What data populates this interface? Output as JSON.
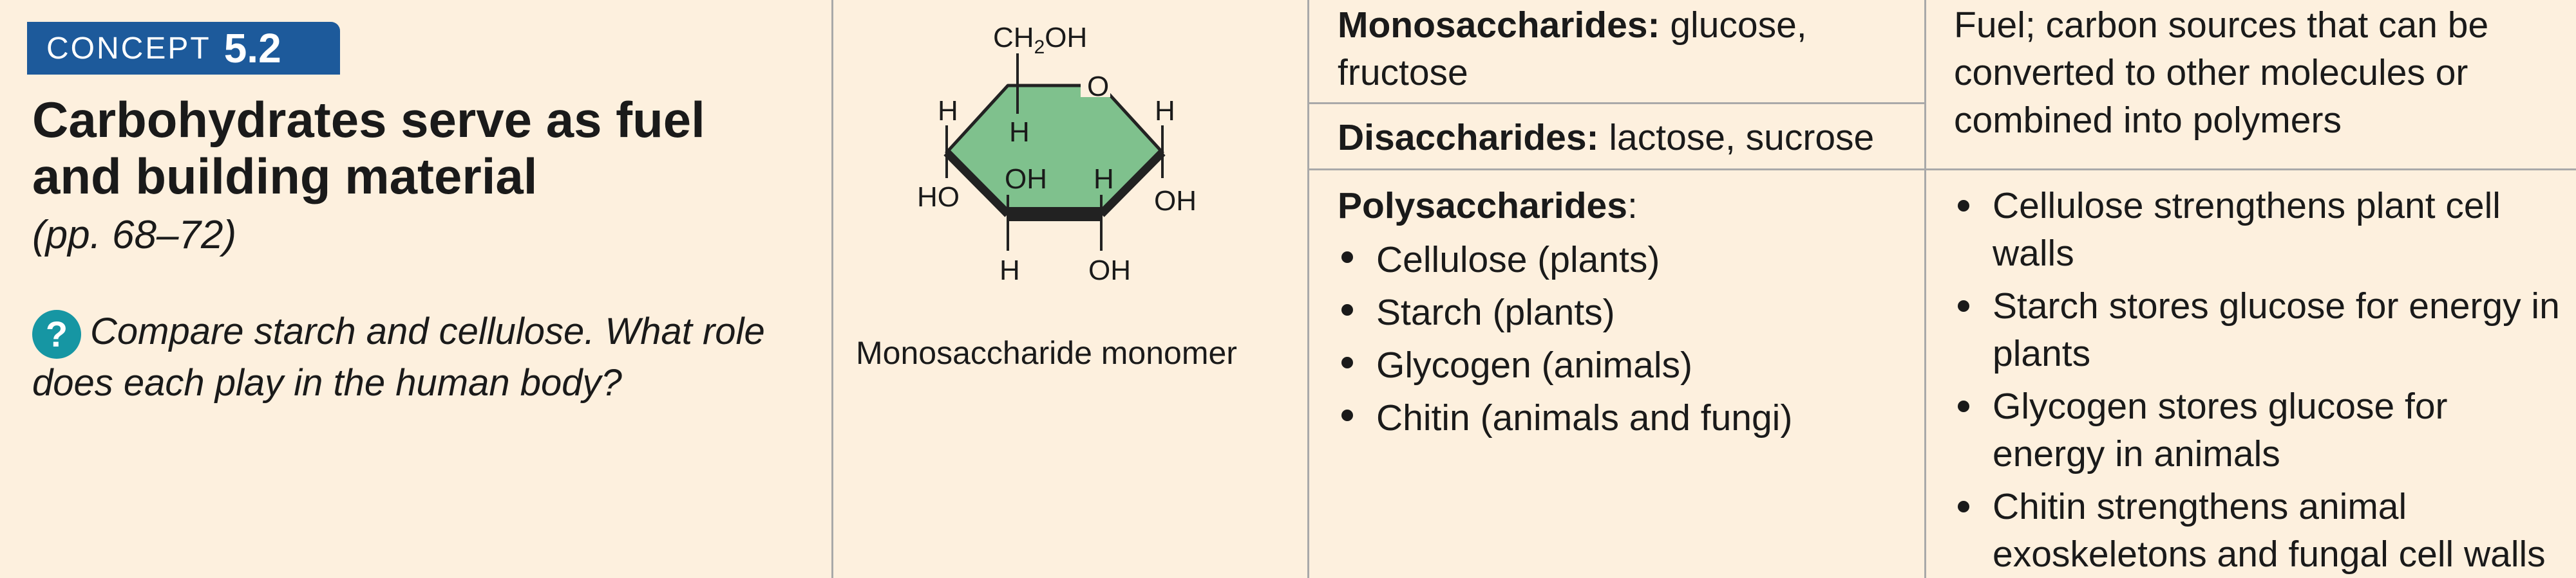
{
  "concept": {
    "label": "CONCEPT",
    "number": "5.2",
    "heading": "Carbohydrates serve as fuel and building material",
    "pages": "(pp. 68–72)",
    "question_icon": "?",
    "question": "Compare starch and cellulose. What role does each play in the human body?"
  },
  "structure": {
    "labels": {
      "top_group": "CH2OH",
      "ring_oxygen": "O",
      "h_left_outer": "H",
      "h_right_outer": "H",
      "h_left_inner": "H",
      "oh_inner": "OH",
      "h_inner_right": "H",
      "ho_left": "HO",
      "oh_right": "OH",
      "h_bottom": "H",
      "oh_bottom": "OH"
    },
    "ring_color": "#7fc18d",
    "caption": "Monosaccharide monomer"
  },
  "types": {
    "monosaccharides": {
      "label": "Monosaccharides:",
      "text": "glucose, fructose"
    },
    "disaccharides": {
      "label": "Disaccharides:",
      "text": "lactose, sucrose"
    },
    "polysaccharides": {
      "label": "Polysaccharides",
      "colon": ":",
      "items": [
        "Cellulose (plants)",
        "Starch (plants)",
        "Glycogen (animals)",
        "Chitin (animals and fungi)"
      ]
    }
  },
  "functions": {
    "simple": "Fuel; carbon sources that can be converted to other molecules or combined into polymers",
    "poly": [
      "Cellulose strengthens plant cell walls",
      "Starch stores glucose for energy in plants",
      "Glycogen stores glucose for energy in animals",
      "Chitin strengthens animal exoskeletons and fungal cell walls"
    ]
  }
}
